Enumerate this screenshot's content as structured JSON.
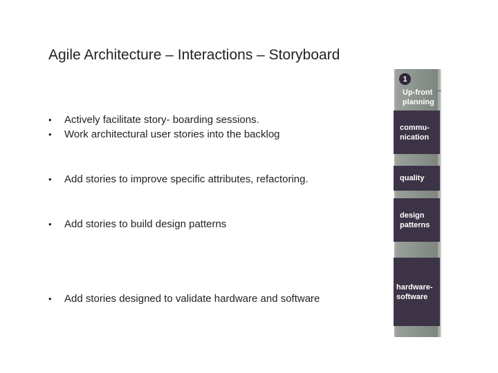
{
  "slide": {
    "title": "Agile Architecture – Interactions – Storyboard"
  },
  "bullets": {
    "group1": [
      "Actively facilitate story- boarding sessions.",
      "Work architectural user stories into the backlog"
    ],
    "group2": [
      "Add stories to improve specific attributes, refactoring."
    ],
    "group3": [
      "Add stories to build design patterns"
    ],
    "group4": [
      "Add stories designed to validate hardware and software"
    ],
    "marker": "•"
  },
  "sidebar": {
    "number": "1",
    "header_line1": "Up-front",
    "header_line2": "planning",
    "communication_line1": "commu-",
    "communication_line2": "nication",
    "quality": "quality",
    "design_line1": "design",
    "design_line2": "patterns",
    "hardware_line1": "hardware-",
    "hardware_line2": "software",
    "colors": {
      "box": "#3d3347",
      "panel": "#8a918b"
    }
  }
}
